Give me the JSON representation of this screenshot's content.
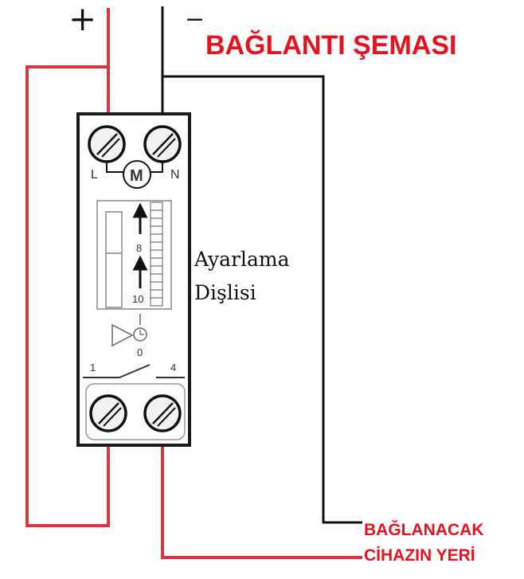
{
  "title": "BAĞLANTI ŞEMASI",
  "polarity": {
    "plus": "+",
    "minus": "−"
  },
  "terminals": {
    "live": "L",
    "neutral": "N",
    "motor": "M",
    "contact_in": "1",
    "contact_out": "4"
  },
  "dial": {
    "mark_8": "8",
    "mark_10": "10",
    "mark_0": "0"
  },
  "annotation": {
    "line1": "Ayarlama",
    "line2": "Dişlisi"
  },
  "device_location": {
    "line1": "BAĞLANACAK",
    "line2": "CİHAZIN YERİ"
  },
  "colors": {
    "red_wire": "#d33a40",
    "black_wire": "#111111",
    "title_red": "#e8121f",
    "device_outline": "#1a1a1a",
    "screw_fill": "#f2f2f2"
  }
}
